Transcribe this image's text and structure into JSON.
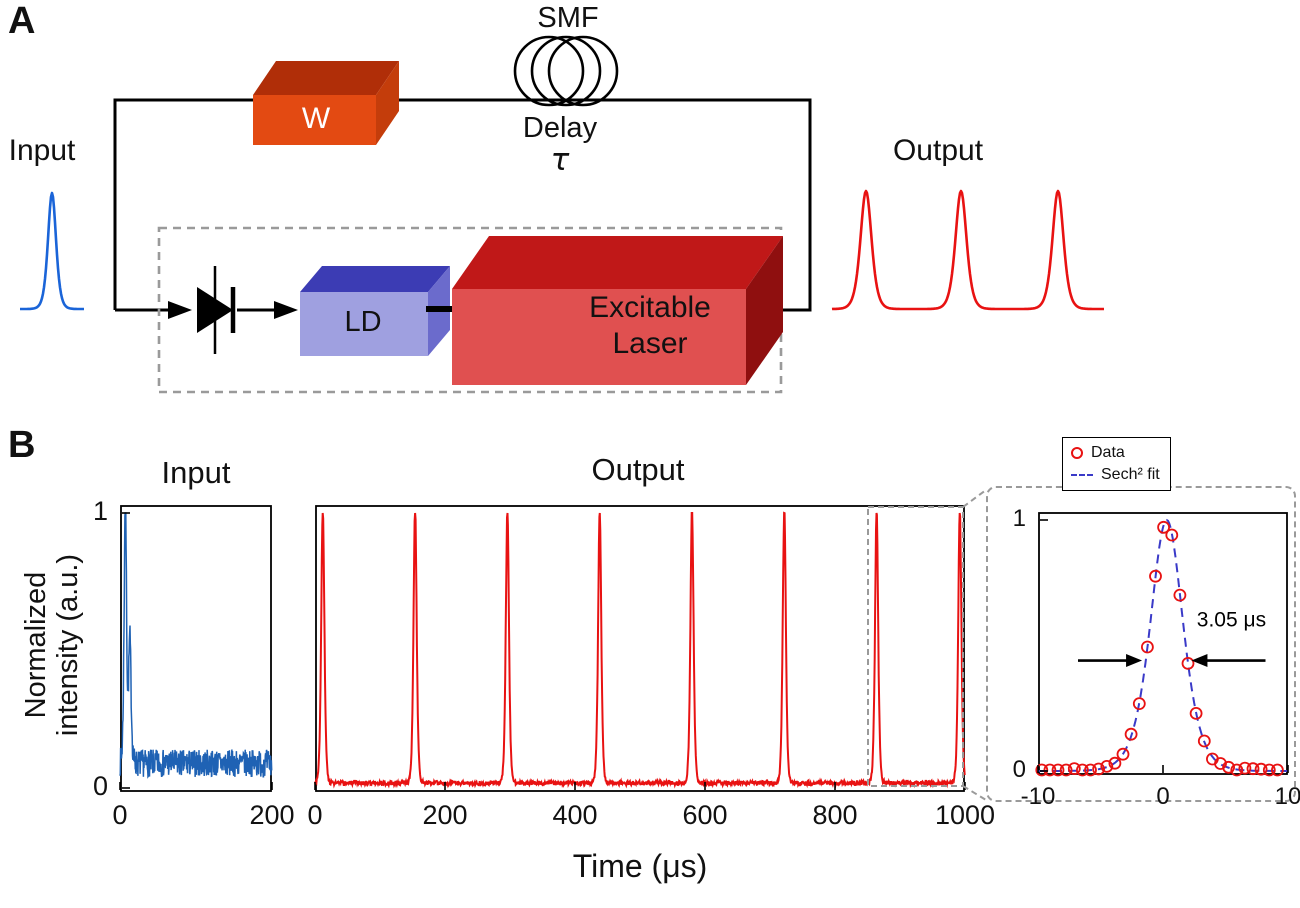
{
  "figure": {
    "panel_a_label": "A",
    "panel_b_label": "B"
  },
  "panelA": {
    "input_label": "Input",
    "output_label": "Output",
    "smf_label": "SMF",
    "delay_label": "Delay",
    "tau_symbol": "τ",
    "w_box_label": "W",
    "ld_box_label": "LD",
    "laser_label_line1": "Excitable",
    "laser_label_line2": "Laser",
    "colors": {
      "input_pulse": "#1a64d8",
      "output_pulse": "#e81212",
      "w_box_front": "#e34a12",
      "w_box_top": "#b02e08",
      "w_box_side": "#c43d0b",
      "ld_box_front": "#9fa0e0",
      "ld_box_top": "#3c3cb4",
      "ld_box_side": "#6b6bcc",
      "laser_box_front": "#e05050",
      "laser_box_top": "#c01818",
      "laser_box_side": "#8f0f0f"
    }
  },
  "panelB": {
    "ylabel_line1": "Normalized",
    "ylabel_line2": "intensity (a.u.)",
    "xlabel": "Time (μs)"
  },
  "chart_data": [
    {
      "id": "input-plot",
      "type": "line",
      "title": "Input",
      "color": "#1f62b4",
      "xlim": [
        0,
        200
      ],
      "ylim": [
        0,
        1
      ],
      "xticks": [
        0,
        200
      ],
      "yticks": [
        0,
        1
      ],
      "spike": {
        "time": 7,
        "width": 2.0,
        "amp": 1.0
      },
      "shoulder": {
        "time": 13,
        "width": 2.2,
        "amp": 0.45
      },
      "baseline": 0.09,
      "noise_amp": 0.05
    },
    {
      "id": "output-plot",
      "type": "line",
      "title": "Output",
      "color": "#e81212",
      "xlim": [
        0,
        1000
      ],
      "ylim": [
        0,
        1
      ],
      "xticks": [
        0,
        200,
        400,
        600,
        800,
        1000
      ],
      "spike_times": [
        12,
        154,
        296,
        438,
        580,
        722,
        864,
        992
      ],
      "spike_width": 3.2,
      "baseline": 0.018,
      "noise_amp": 0.008
    },
    {
      "id": "zoom-inset",
      "type": "scatter+line",
      "xlim": [
        -10,
        10
      ],
      "ylim": [
        0,
        1
      ],
      "xticks": [
        -10,
        0,
        10
      ],
      "yticks": [
        0,
        1
      ],
      "legend": [
        {
          "label": "Data",
          "marker": "circle",
          "color": "#e81212"
        },
        {
          "label": "Sech² fit",
          "marker": "dashed-line",
          "color": "#3a3ac8"
        }
      ],
      "pulse": {
        "center": 0.3,
        "fwhm_us": 3.05
      },
      "annotation": "3.05 μs",
      "marker_step": 0.65
    }
  ]
}
